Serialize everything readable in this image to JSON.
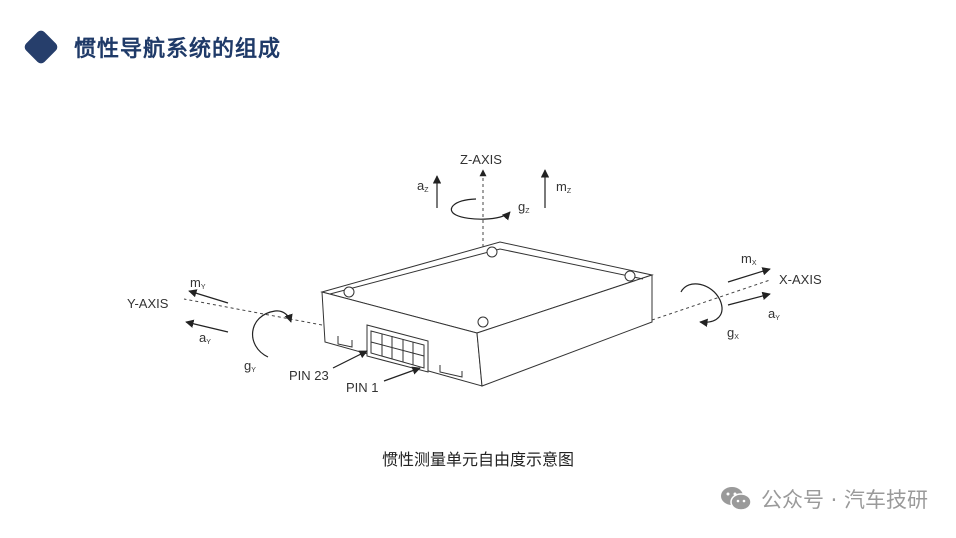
{
  "header": {
    "title": "惯性导航系统的组成"
  },
  "diagram": {
    "z_axis": "Z-AXIS",
    "y_axis": "Y-AXIS",
    "x_axis": "X-AXIS",
    "az": {
      "base": "a",
      "sub": "Z"
    },
    "mz": {
      "base": "m",
      "sub": "Z"
    },
    "gz": {
      "base": "g",
      "sub": "Z"
    },
    "my": {
      "base": "m",
      "sub": "Y"
    },
    "ay_left": {
      "base": "a",
      "sub": "Y"
    },
    "gy": {
      "base": "g",
      "sub": "Y"
    },
    "mx": {
      "base": "m",
      "sub": "X"
    },
    "ay_right": {
      "base": "a",
      "sub": "Y"
    },
    "gx": {
      "base": "g",
      "sub": "X"
    },
    "pin23": "PIN 23",
    "pin1": "PIN 1"
  },
  "caption": "惯性测量单元自由度示意图",
  "watermark": {
    "text": "公众号 · 汽车技研",
    "icon": "wechat-icon"
  }
}
